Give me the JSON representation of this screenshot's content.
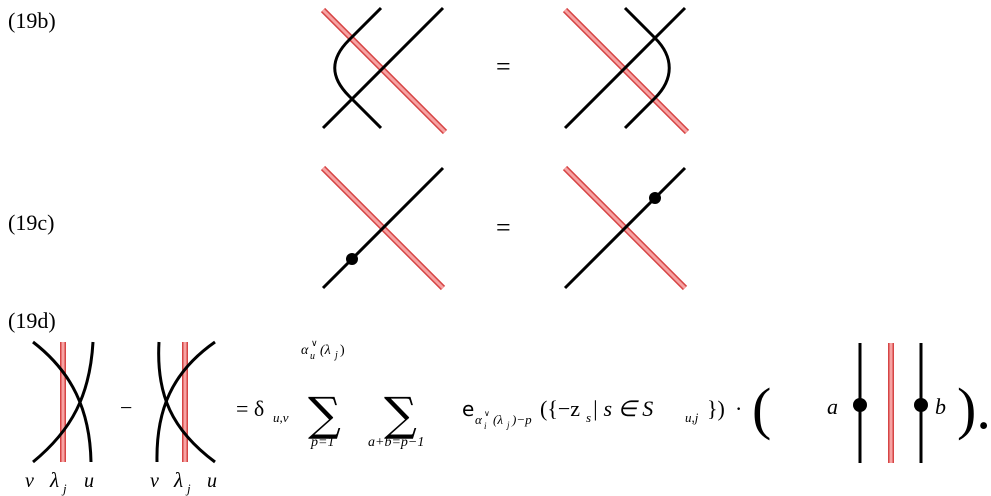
{
  "equations": {
    "b": {
      "label": "(19b)",
      "equals": "="
    },
    "c": {
      "label": "(19c)",
      "equals": "="
    },
    "d": {
      "label": "(19d)",
      "minus": "−",
      "bottom_labels_1": {
        "left": "v",
        "middle": "λ",
        "middle_sub": "j",
        "right": "u"
      },
      "bottom_labels_2": {
        "left": "v",
        "middle": "λ",
        "middle_sub": "j",
        "right": "u"
      },
      "eq_delta": "= δ",
      "delta_sub": "u,v",
      "sum1_upper": "α",
      "sum1_upper_sup": "∨",
      "sum1_upper_sub": "u",
      "sum1_upper_arg": "(λ",
      "sum1_upper_arg_sub": "j",
      "sum1_upper_close": ")",
      "sum1_lower": "p=1",
      "sum2_lower": "a+b=p−1",
      "sigma": "∑",
      "e_symbol": "e",
      "e_sub": "α",
      "e_sub_sup": "∨",
      "e_sub_sub": "i",
      "e_sub_rest": "(λ",
      "e_sub_rest_sub": "j",
      "e_sub_tail": ")−p",
      "set_open": "({−z",
      "set_s_sub": "s",
      "set_mid": " | s ∈ S",
      "set_S_sub": "u,j",
      "set_close": "})",
      "cdot": "·",
      "paren_open": "(",
      "paren_close": ").",
      "dot_left_label": "a",
      "dot_right_label": "b"
    }
  },
  "colors": {
    "red_strand": "#f28080",
    "red_border": "#d64545",
    "black_strand": "#000000"
  }
}
